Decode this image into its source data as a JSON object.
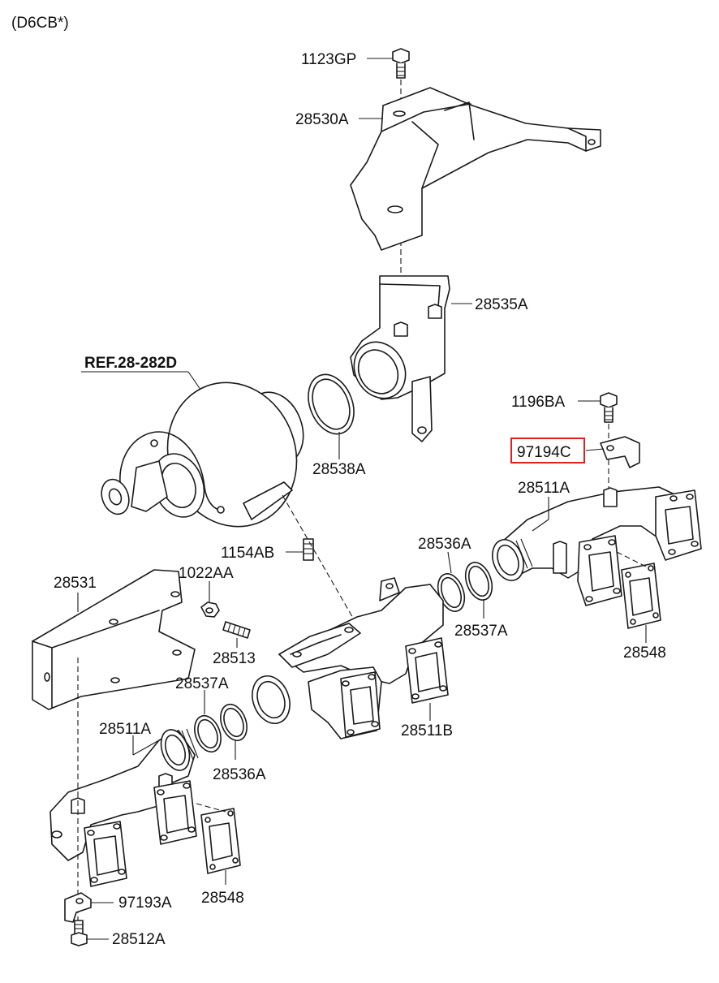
{
  "variant": "(D6CB*)",
  "reference": "REF.28-282D",
  "highlight_color": "#e02020",
  "labels": {
    "l_1123GP": "1123GP",
    "l_28530A": "28530A",
    "l_28535A": "28535A",
    "l_28538A": "28538A",
    "l_1196BA": "1196BA",
    "l_97194C": "97194C",
    "l_28511A_top": "28511A",
    "l_28536A_top": "28536A",
    "l_1154AB": "1154AB",
    "l_28531": "28531",
    "l_1022AA": "1022AA",
    "l_28537A_top": "28537A",
    "l_28513": "28513",
    "l_28548_top": "28548",
    "l_28537A_left": "28537A",
    "l_28511B": "28511B",
    "l_28511A_left": "28511A",
    "l_28536A_left": "28536A",
    "l_97193A": "97193A",
    "l_28548_bottom": "28548",
    "l_28512A": "28512A"
  },
  "highlighted_part": "97194C"
}
